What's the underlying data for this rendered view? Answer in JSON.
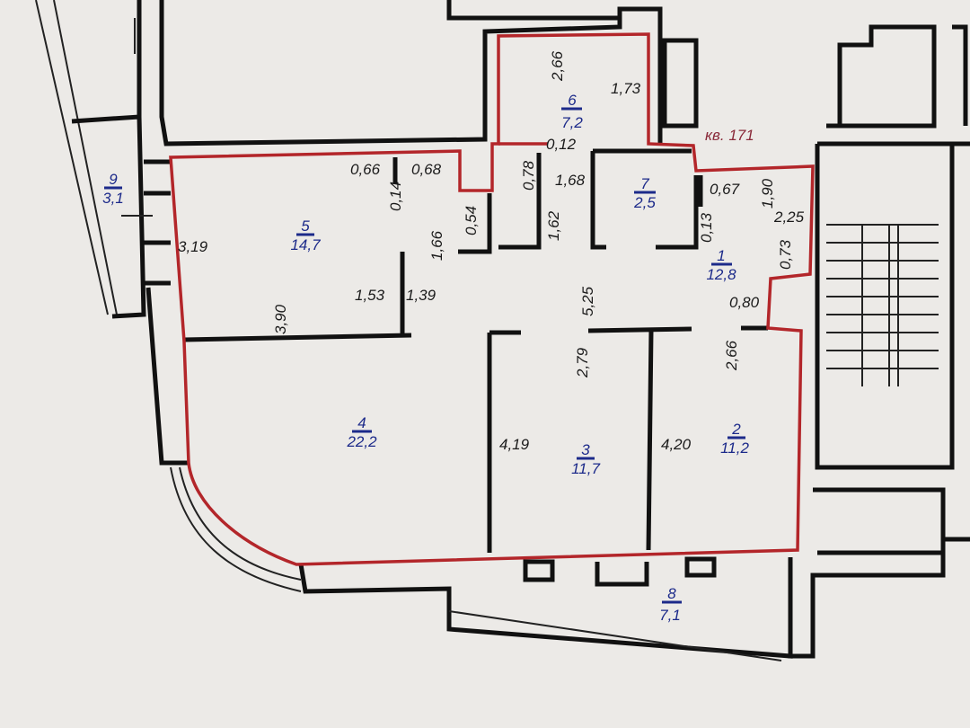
{
  "apartment_label": "кв. 171",
  "rooms": [
    {
      "number": "1",
      "area": "12,8"
    },
    {
      "number": "2",
      "area": "11,2"
    },
    {
      "number": "3",
      "area": "11,7"
    },
    {
      "number": "4",
      "area": "22,2"
    },
    {
      "number": "5",
      "area": "14,7"
    },
    {
      "number": "6",
      "area": "7,2"
    },
    {
      "number": "7",
      "area": "2,5"
    },
    {
      "number": "8",
      "area": "7,1"
    },
    {
      "number": "9",
      "area": "3,1"
    }
  ],
  "dimensions": [
    "3,19",
    "0,66",
    "0,68",
    "0,14",
    "1,66",
    "0,54",
    "0,78",
    "0,12",
    "1,68",
    "1,62",
    "2,66",
    "1,73",
    "0,67",
    "1,90",
    "2,25",
    "0,13",
    "0,73",
    "0,80",
    "5,25",
    "1,53",
    "1,39",
    "3,90",
    "2,79",
    "2,66",
    "4,19",
    "4,20"
  ],
  "colors": {
    "outline": "#b3262a",
    "room_labels": "#1c2a8a",
    "walls": "#111111"
  }
}
